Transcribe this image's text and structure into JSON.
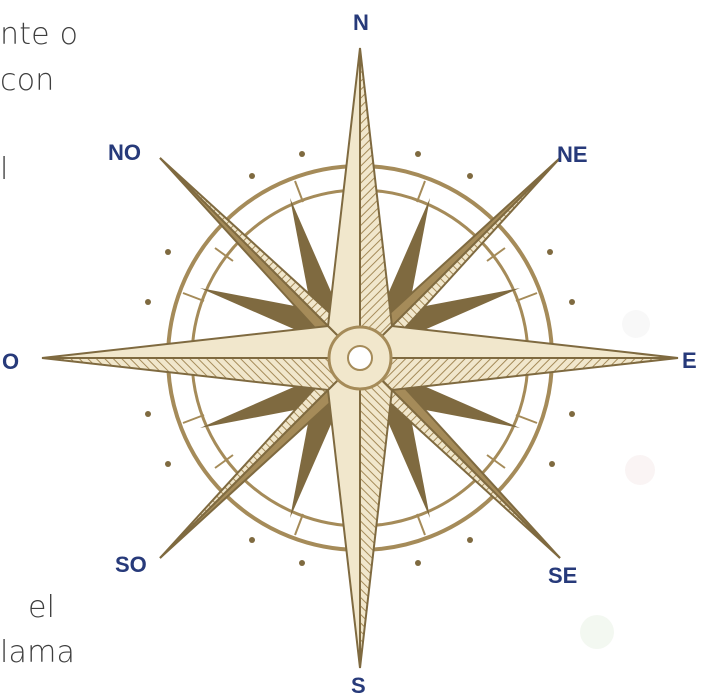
{
  "compass": {
    "title": "",
    "directions": {
      "north": "N",
      "south": "S",
      "east": "E",
      "west": "O",
      "northeast": "NE",
      "northwest": "NO",
      "southeast": "SE",
      "southwest": "SO"
    }
  },
  "side_text": {
    "top_lines": [
      "nte o",
      "con",
      "l"
    ],
    "bottom_lines": [
      "el",
      "lama"
    ]
  },
  "colors": {
    "gold": "#a58b59",
    "dark_gold": "#7f6a40",
    "light_fill": "#f1e7cc",
    "label_blue": "#273a7a",
    "text_gray": "#3e3e3e"
  },
  "icons": [
    "compass-rose-icon"
  ]
}
